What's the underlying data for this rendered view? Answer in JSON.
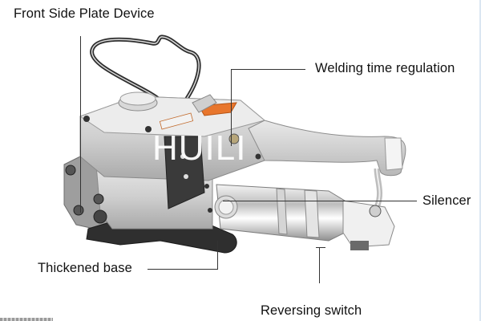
{
  "diagram": {
    "subject": "pneumatic strapping tool",
    "watermark": "HUILI",
    "background_color": "#ffffff",
    "accent_color": "#e8762d",
    "labels": [
      {
        "id": "front-side-plate",
        "text": "Front Side Plate Device"
      },
      {
        "id": "welding-time",
        "text": "Welding time regulation"
      },
      {
        "id": "silencer",
        "text": "Silencer"
      },
      {
        "id": "thickened-base",
        "text": "Thickened base"
      },
      {
        "id": "reversing-switch",
        "text": "Reversing switch"
      }
    ]
  }
}
